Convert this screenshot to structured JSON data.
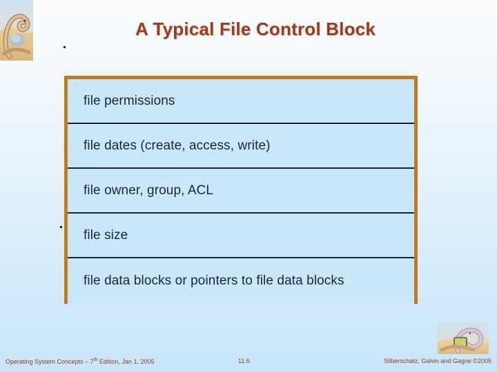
{
  "slide": {
    "title": "A Typical File Control Block",
    "theme": {
      "title_color": "#a03b18",
      "box_border_color": "#c47a1c",
      "cell_fill_color": "#c9e7f8",
      "cell_divider_color": "#17222e",
      "footer_text_color": "#8f3a1c",
      "background_top_color": "#fbfcfd",
      "background_bottom_color": "#c9e6fa"
    }
  },
  "diagram": {
    "name": "file-control-block",
    "rows": [
      {
        "label": "file permissions"
      },
      {
        "label": "file dates (create, access, write)"
      },
      {
        "label": "file owner, group, ACL"
      },
      {
        "label": "file size"
      },
      {
        "label": "file data blocks or pointers to file data blocks"
      }
    ]
  },
  "footer": {
    "left_prefix": "Operating System Concepts – 7",
    "left_superscript": "th",
    "left_suffix": " Edition, Jan 1, 2005",
    "page_number": "11.6",
    "right": "Silberschatz, Galvin and Gagne ©2005"
  },
  "icons": {
    "corner_logo": "dinosaur-illustration",
    "footer_logo": "dinosaur-illustration"
  }
}
